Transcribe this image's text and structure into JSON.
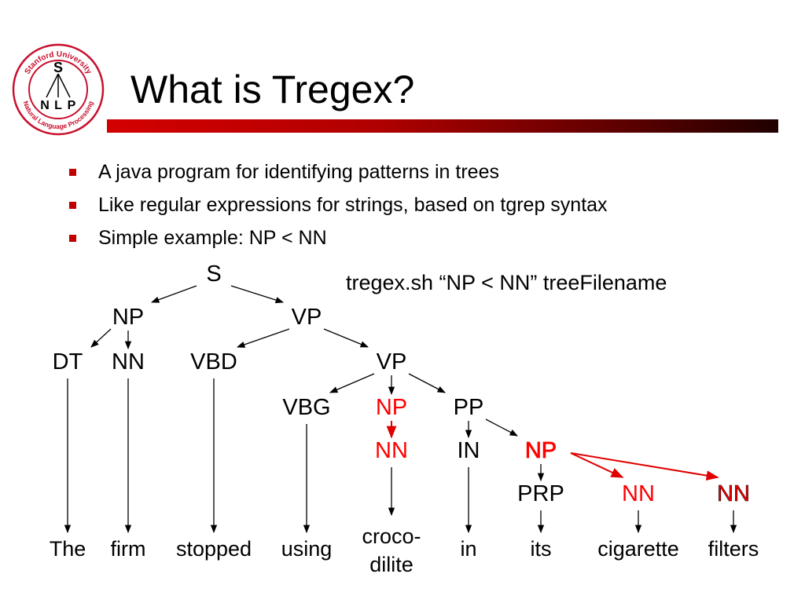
{
  "logo": {
    "ring_text": "Stanford University",
    "ring_text_bottom": "Natural Language Processing",
    "tree_root": "S",
    "tree_leaves": [
      "N",
      "L",
      "P"
    ],
    "color": "#c8102e"
  },
  "title": "What is Tregex?",
  "bullets": [
    "A java program for identifying patterns in trees",
    "Like regular expressions for strings, based on tgrep syntax",
    "Simple example: NP < NN"
  ],
  "command": "tregex.sh “NP < NN” treeFilename",
  "colors": {
    "normal": "#000000",
    "highlight": "#ff0000",
    "accent": "#c00000"
  },
  "tree": {
    "nodes": [
      {
        "id": "S",
        "label": "S",
        "highlight": false
      },
      {
        "id": "NP1",
        "label": "NP",
        "highlight": false
      },
      {
        "id": "VP1",
        "label": "VP",
        "highlight": false
      },
      {
        "id": "DT",
        "label": "DT",
        "highlight": false
      },
      {
        "id": "NN1",
        "label": "NN",
        "highlight": false
      },
      {
        "id": "VBD",
        "label": "VBD",
        "highlight": false
      },
      {
        "id": "VP2",
        "label": "VP",
        "highlight": false
      },
      {
        "id": "VBG",
        "label": "VBG",
        "highlight": false
      },
      {
        "id": "NP2",
        "label": "NP",
        "highlight": true
      },
      {
        "id": "PP",
        "label": "PP",
        "highlight": false
      },
      {
        "id": "NN2",
        "label": "NN",
        "highlight": true
      },
      {
        "id": "IN",
        "label": "IN",
        "highlight": false
      },
      {
        "id": "NP3",
        "label": "NP",
        "highlight": true
      },
      {
        "id": "PRP",
        "label": "PRP",
        "highlight": false
      },
      {
        "id": "NN3",
        "label": "NN",
        "highlight": true
      },
      {
        "id": "NN4",
        "label": "NN",
        "highlight": true
      }
    ],
    "words": [
      {
        "id": "w-the",
        "text": "The"
      },
      {
        "id": "w-firm",
        "text": "firm"
      },
      {
        "id": "w-stopped",
        "text": "stopped"
      },
      {
        "id": "w-using",
        "text": "using"
      },
      {
        "id": "w-crocodilite",
        "lines": [
          "croco-",
          "dilite"
        ]
      },
      {
        "id": "w-in",
        "text": "in"
      },
      {
        "id": "w-its",
        "text": "its"
      },
      {
        "id": "w-cigarette",
        "text": "cigarette"
      },
      {
        "id": "w-filters",
        "text": "filters"
      }
    ],
    "edges": [
      {
        "from": "S",
        "to": "NP1",
        "highlight": false
      },
      {
        "from": "S",
        "to": "VP1",
        "highlight": false
      },
      {
        "from": "NP1",
        "to": "DT",
        "highlight": false
      },
      {
        "from": "NP1",
        "to": "NN1",
        "highlight": false
      },
      {
        "from": "VP1",
        "to": "VBD",
        "highlight": false
      },
      {
        "from": "VP1",
        "to": "VP2",
        "highlight": false
      },
      {
        "from": "VP2",
        "to": "VBG",
        "highlight": false
      },
      {
        "from": "VP2",
        "to": "NP2",
        "highlight": false
      },
      {
        "from": "VP2",
        "to": "PP",
        "highlight": false
      },
      {
        "from": "NP2",
        "to": "NN2",
        "highlight": true
      },
      {
        "from": "PP",
        "to": "IN",
        "highlight": false
      },
      {
        "from": "PP",
        "to": "NP3",
        "highlight": false
      },
      {
        "from": "NP3",
        "to": "PRP",
        "highlight": false
      },
      {
        "from": "NP3",
        "to": "NN3",
        "highlight": true
      },
      {
        "from": "NP3",
        "to": "NN4",
        "highlight": true
      },
      {
        "from": "DT",
        "to": "w-the",
        "highlight": false
      },
      {
        "from": "NN1",
        "to": "w-firm",
        "highlight": false
      },
      {
        "from": "VBD",
        "to": "w-stopped",
        "highlight": false
      },
      {
        "from": "VBG",
        "to": "w-using",
        "highlight": false
      },
      {
        "from": "NN2",
        "to": "w-crocodilite",
        "highlight": false
      },
      {
        "from": "IN",
        "to": "w-in",
        "highlight": false
      },
      {
        "from": "PRP",
        "to": "w-its",
        "highlight": false
      },
      {
        "from": "NN3",
        "to": "w-cigarette",
        "highlight": false
      },
      {
        "from": "NN4",
        "to": "w-filters",
        "highlight": false
      }
    ]
  }
}
